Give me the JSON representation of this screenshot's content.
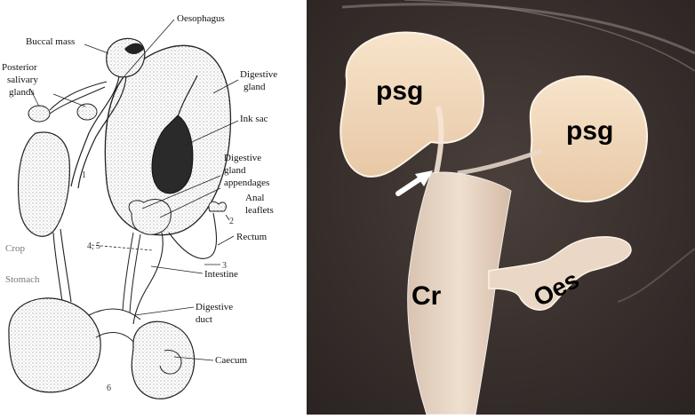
{
  "diagram": {
    "labels": {
      "oesophagus": "Oesophagus",
      "buccal_mass": "Buccal mass",
      "posterior_salivary_glands": [
        "Posterior",
        "salivary",
        "glands"
      ],
      "digestive_gland": [
        "Digestive",
        "gland"
      ],
      "ink_sac": "Ink sac",
      "digestive_gland_appendages": [
        "Digestive",
        "gland",
        "appendages"
      ],
      "anal_leaflets": [
        "Anal",
        "leaflets"
      ],
      "crop": "Crop",
      "stomach": "Stomach",
      "rectum": "Rectum",
      "intestine": "Intestine",
      "digestive_duct": [
        "Digestive",
        "duct"
      ],
      "caecum": "Caecum"
    },
    "numbers": {
      "n1": "1",
      "n2": "2",
      "n3": "3",
      "n45": "4, 5",
      "n6": "6"
    }
  },
  "photo": {
    "labels": {
      "psg_left": "psg",
      "psg_right": "psg",
      "crop": "Cr",
      "oesophagus": "Oes"
    }
  },
  "colors": {
    "tissue": "#f3dcc0",
    "background_dark": "#3e3431",
    "arrow": "#ffffff"
  }
}
